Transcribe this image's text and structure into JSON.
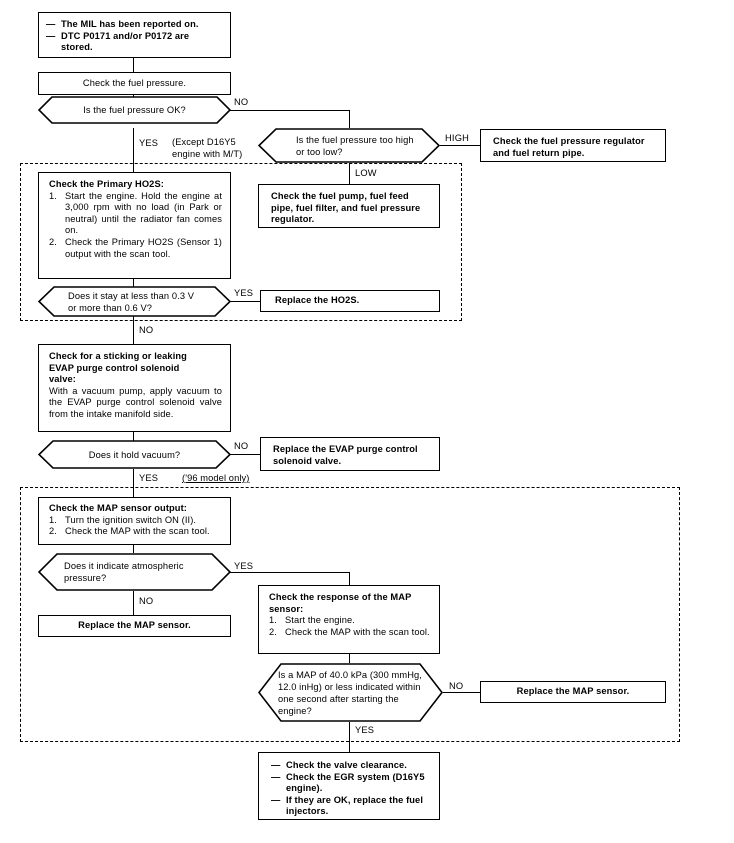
{
  "diagram": {
    "title": "Fuel system troubleshooting flowchart (DTC P0171 / P0172)",
    "type": "flowchart"
  },
  "nodes": {
    "symptom": {
      "items": [
        "The MIL has been reported on.",
        "DTC P0171 and/or P0172 are stored."
      ],
      "dash": "—"
    },
    "check_fuel_pressure": {
      "text": "Check the fuel pressure."
    },
    "q_fuel_pressure_ok": {
      "text": "Is the fuel pressure OK?"
    },
    "q_pressure_high_low": {
      "line1": "Is the fuel pressure too high",
      "line2": "or too low?"
    },
    "check_regulator": {
      "line1": "Check the fuel pressure regulator",
      "line2": "and fuel return pipe."
    },
    "check_fuel_pump": {
      "line1": "Check the fuel pump, fuel feed",
      "line2": "pipe, fuel filter, and fuel pressure",
      "line3": "regulator."
    },
    "check_primary_ho2s": {
      "heading": "Check the Primary HO2S:",
      "steps": [
        {
          "num": "1.",
          "text": "Start the engine. Hold the engine at 3,000 rpm with no load (in Park or neutral) until the radiator fan comes on."
        },
        {
          "num": "2.",
          "text": "Check the Primary HO2S (Sensor 1) output with the scan tool."
        }
      ]
    },
    "q_ho2s_voltage": {
      "line1": "Does it stay at less than 0.3 V",
      "line2": "or more than 0.6 V?"
    },
    "replace_ho2s": {
      "text": "Replace the HO2S."
    },
    "check_evap": {
      "heading1": "Check for a sticking or leaking",
      "heading2": "EVAP purge control solenoid",
      "heading3": "valve:",
      "body": "With a vacuum pump, apply vacuum to the EVAP purge control solenoid valve from the intake manifold side."
    },
    "q_hold_vacuum": {
      "text": "Does it hold vacuum?"
    },
    "replace_evap": {
      "line1": "Replace the EVAP purge control",
      "line2": "solenoid valve."
    },
    "check_map_output": {
      "heading": "Check the MAP sensor output:",
      "steps": [
        {
          "num": "1.",
          "text": "Turn the ignition switch ON (II)."
        },
        {
          "num": "2.",
          "text": "Check the MAP with the scan tool."
        }
      ]
    },
    "q_atmospheric_pressure": {
      "line1": "Does it indicate atmospheric",
      "line2": "pressure?"
    },
    "replace_map_sensor_left": {
      "text": "Replace the MAP sensor."
    },
    "check_map_response": {
      "heading1": "Check the response of the MAP",
      "heading2": "sensor:",
      "steps": [
        {
          "num": "1.",
          "text": "Start the engine."
        },
        {
          "num": "2.",
          "text": "Check the MAP with the scan tool."
        }
      ]
    },
    "q_map_40kpa": {
      "line1": "Is a MAP of 40.0 kPa (300 mmHg,",
      "line2": "12.0 inHg) or less indicated within",
      "line3": "one second after starting the",
      "line4": "engine?"
    },
    "replace_map_sensor_right": {
      "text": "Replace the MAP sensor."
    },
    "final_actions": {
      "items": [
        "Check the valve clearance.",
        "Check the EGR system (D16Y5 engine).",
        "If they are OK, replace the fuel injectors."
      ],
      "dash": "—"
    }
  },
  "edge_labels": {
    "no_1": "NO",
    "yes_1": "YES",
    "high": "HIGH",
    "low": "LOW",
    "yes_ho2s": "YES",
    "no_ho2s": "NO",
    "no_vacuum": "NO",
    "yes_vacuum": "YES",
    "yes_atm": "YES",
    "no_atm": "NO",
    "no_map40": "NO",
    "yes_map40": "YES"
  },
  "notes": {
    "except_d16y5": "(Except D16Y5\nengine with M/T)",
    "model_96_only": "('96 model only)"
  },
  "colors": {
    "line": "#000000",
    "background": "#ffffff"
  }
}
